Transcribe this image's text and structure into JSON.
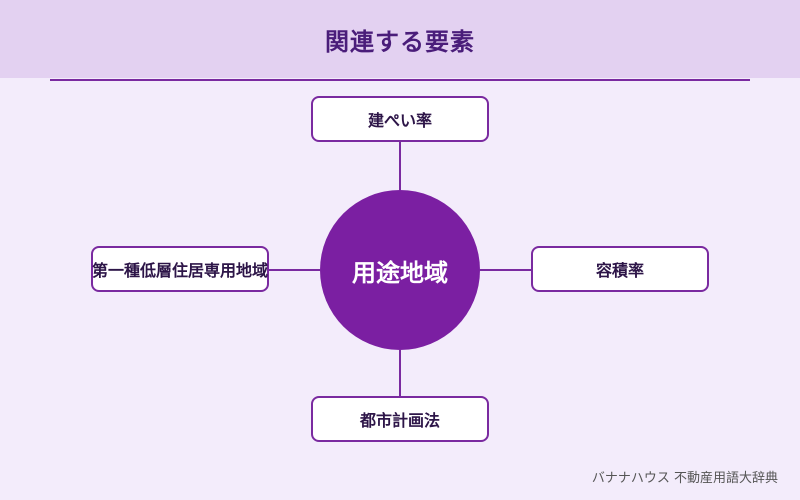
{
  "header": {
    "title": "関連する要素"
  },
  "diagram": {
    "center": "用途地域",
    "nodes": {
      "top": "建ぺい率",
      "left": "第一種低層住居専用地域",
      "right": "容積率",
      "bottom": "都市計画法"
    }
  },
  "footer": {
    "credit": "バナナハウス 不動産用語大辞典"
  },
  "colors": {
    "header_bg": "#e3d1f1",
    "page_bg": "#f3ecfb",
    "accent": "#7b1fa2",
    "title_text": "#4a1d7a"
  }
}
